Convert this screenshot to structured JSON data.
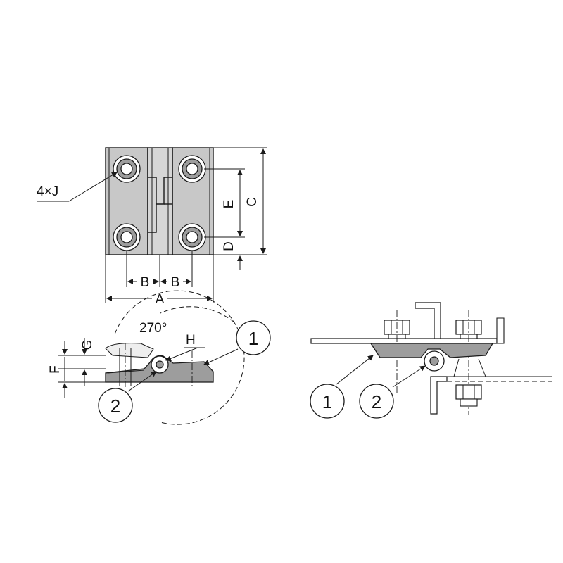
{
  "labels": {
    "holes": "4×J",
    "dim_a": "A",
    "dim_b_left": "B",
    "dim_b_right": "B",
    "dim_c": "C",
    "dim_d": "D",
    "dim_e": "E",
    "dim_f": "F",
    "dim_g": "G",
    "dim_h": "H",
    "angle": "270°"
  },
  "callouts": {
    "side_1": "1",
    "side_2": "2",
    "install_1": "1",
    "install_2": "2"
  }
}
